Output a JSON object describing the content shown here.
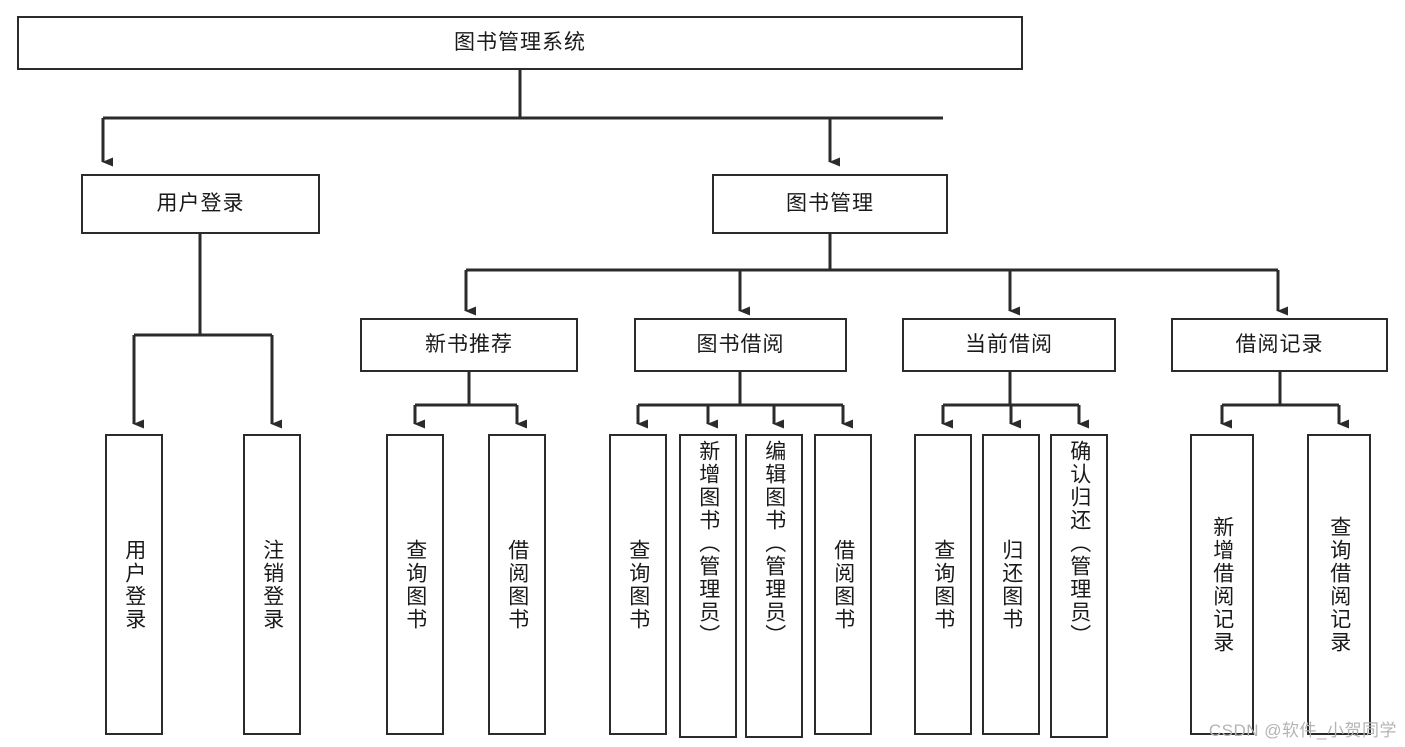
{
  "diagram": {
    "title": "图书管理系统",
    "type": "tree-hierarchy-chart",
    "root": {
      "label": "图书管理系统"
    },
    "level1": [
      {
        "label": "用户登录"
      },
      {
        "label": "图书管理"
      }
    ],
    "level2_under_book_management": [
      {
        "label": "新书推荐"
      },
      {
        "label": "图书借阅"
      },
      {
        "label": "当前借阅"
      },
      {
        "label": "借阅记录"
      }
    ],
    "leaves": {
      "user_login": [
        {
          "label": "用户登录"
        },
        {
          "label": "注销登录"
        }
      ],
      "new_book_recommend": [
        {
          "label": "查询图书"
        },
        {
          "label": "借阅图书"
        }
      ],
      "book_borrow": [
        {
          "label": "查询图书"
        },
        {
          "label": "新增图书（管理员）"
        },
        {
          "label": "编辑图书（管理员）"
        },
        {
          "label": "借阅图书"
        }
      ],
      "current_borrow": [
        {
          "label": "查询图书"
        },
        {
          "label": "归还图书"
        },
        {
          "label": "确认归还（管理员）"
        }
      ],
      "borrow_record": [
        {
          "label": "新增借阅记录"
        },
        {
          "label": "查询借阅记录"
        }
      ]
    }
  },
  "watermark": {
    "text": "CSDN @软件_小贺同学"
  },
  "colors": {
    "stroke": "#2b2b2b",
    "background": "#ffffff",
    "text": "#1a1a1a",
    "watermark": "#b4b4b4"
  }
}
